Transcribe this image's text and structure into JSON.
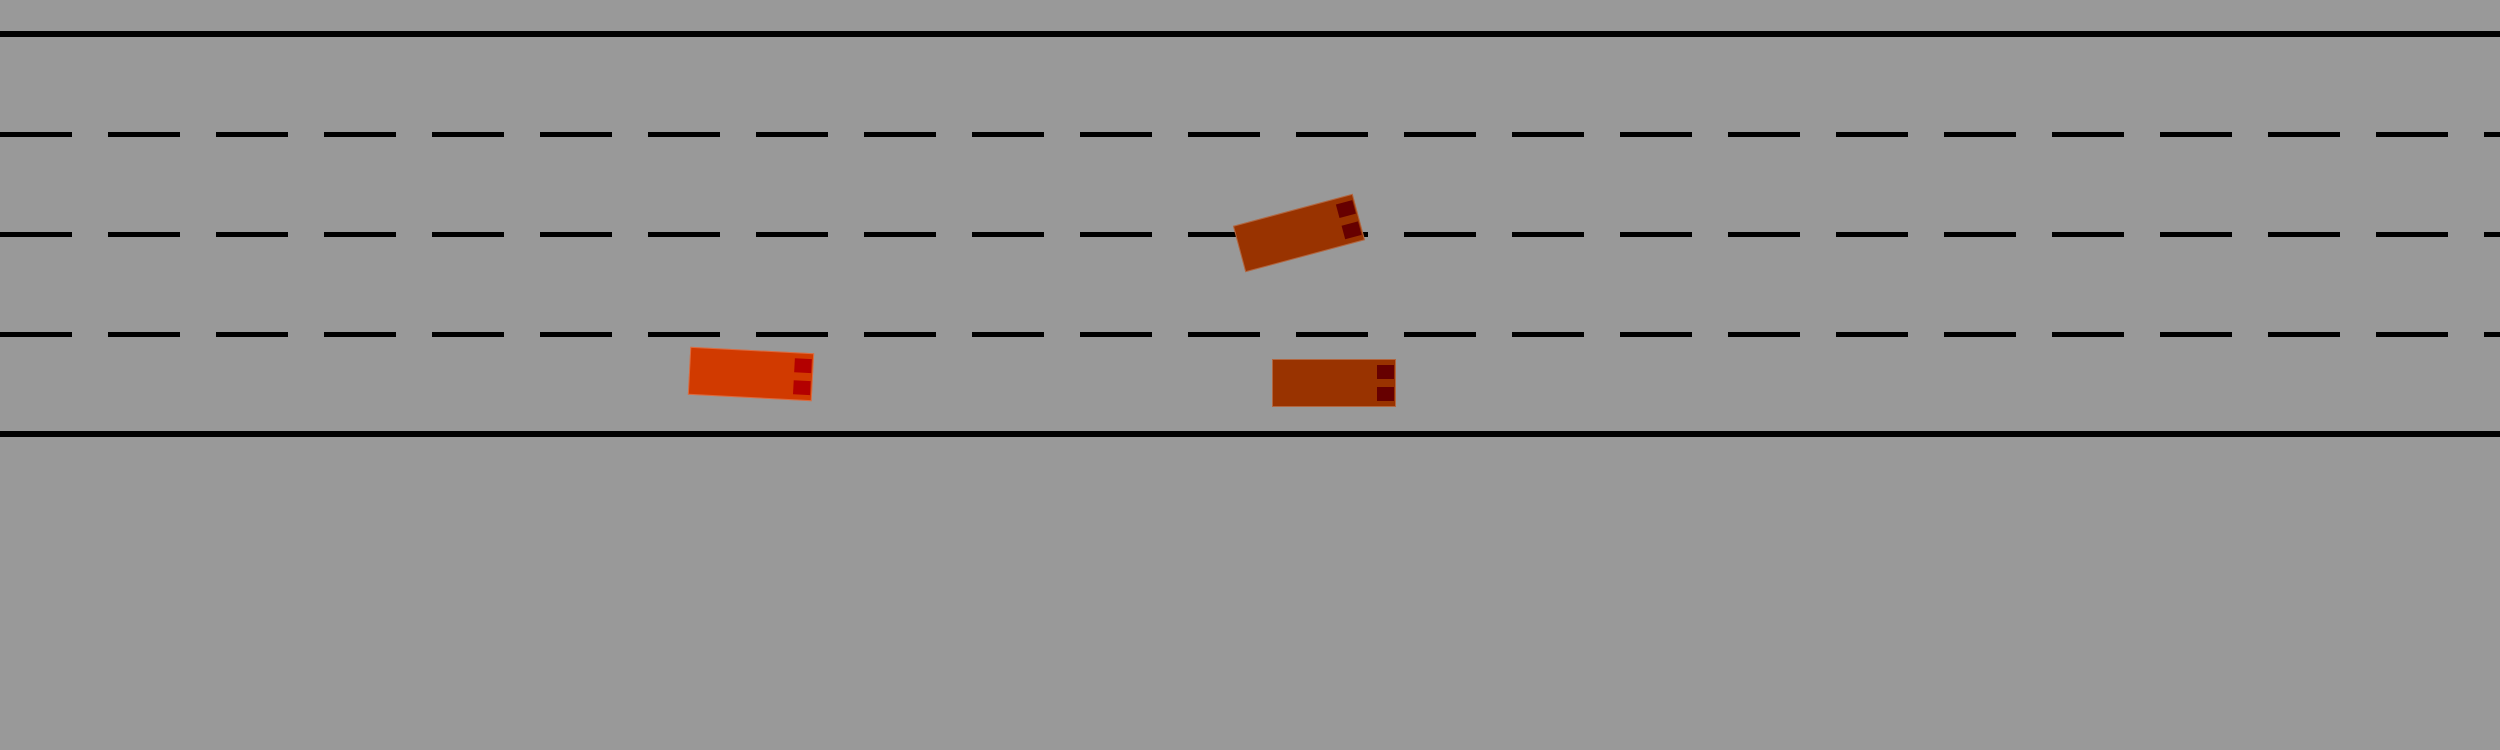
{
  "scene": {
    "background_color": "#999999",
    "line_color": "#000000",
    "vehicles": [
      {
        "id": "ego",
        "body_color": "#D13A00",
        "light_color": "#B30000"
      },
      {
        "id": "other-1",
        "body_color": "#993300",
        "light_color": "#660000"
      },
      {
        "id": "other-2",
        "body_color": "#993300",
        "light_color": "#660000"
      }
    ]
  }
}
